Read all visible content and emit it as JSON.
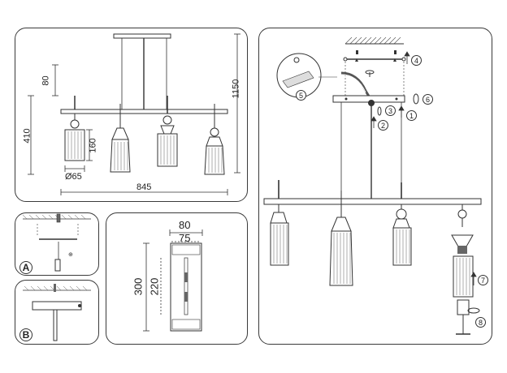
{
  "dimensions_panel": {
    "height_total": "1150",
    "canopy_height": "80",
    "pendant_drop": "410",
    "shade_height": "160",
    "shade_diameter": "Ø65",
    "bar_length": "845"
  },
  "detail_a": {
    "label": "A"
  },
  "detail_b": {
    "label": "B"
  },
  "bracket_panel": {
    "outer_width": "80",
    "inner_width": "75",
    "outer_height": "300",
    "inner_height": "220"
  },
  "assembly_panel": {
    "steps": [
      "1",
      "2",
      "3",
      "4",
      "5",
      "6",
      "7",
      "8"
    ]
  },
  "colors": {
    "line": "#3a3a3a",
    "hatch": "#555555"
  }
}
